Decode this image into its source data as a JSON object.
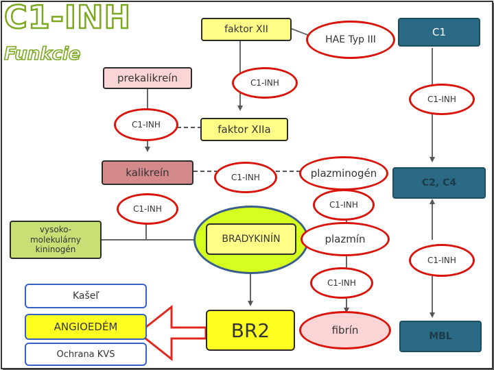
{
  "header": {
    "title": "C1-INH",
    "subtitle": "Funkcie"
  },
  "nodes": {
    "faktor_xii": "faktor XII",
    "hae_typ_iii": "HAE Typ III",
    "c1": "C1",
    "prekalikrein": "prekalikreín",
    "faktor_xiia": "faktor XIIa",
    "kalikrein": "kalikreín",
    "plazminogen": "plazminogén",
    "c2_c4": "C2, C4",
    "vysoko_kininogen": "vysoko-molekulárny kininogén",
    "bradykinin": "BRADYKINÍN",
    "plazmin": "plazmín",
    "kasel": "Kašeľ",
    "angioedem": "ANGIOEDÉM",
    "ochrana_kvs": "Ochrana KVS",
    "br2": "BR2",
    "fibrin": "fibrín",
    "mbl": "MBL"
  },
  "inhibitor_label": "C1-INH",
  "colors": {
    "title_stroke": "#7aa91f",
    "inhibitor_ring": "#d9140b",
    "box_yellow": "#ffff88",
    "box_pink": "#fbd5d5",
    "box_teal": "#2b6a84",
    "box_green": "#c7df75",
    "box_rose": "#d48a8a",
    "bradykinin_bg": "#d5ff1f"
  }
}
